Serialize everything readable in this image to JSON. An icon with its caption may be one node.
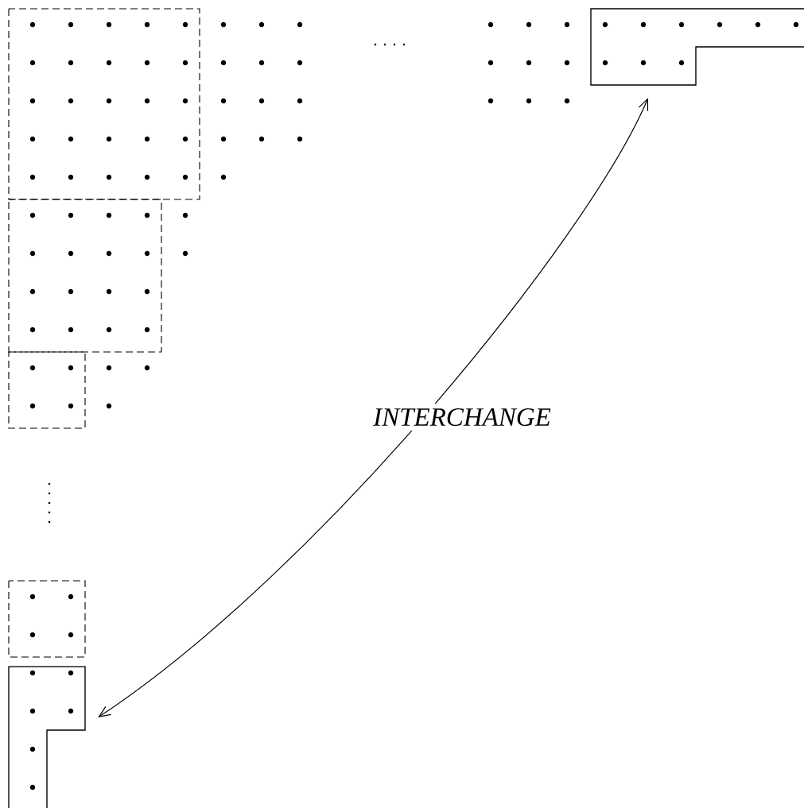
{
  "diagram": {
    "nodes": [
      {
        "text": [],
        "shape": "box"
      },
      {
        "text": [],
        "shape": "box"
      }
    ],
    "edges": [
      {
        "from": 0,
        "to": 1,
        "arrow": "both",
        "label": "INTERCHANGE"
      }
    ]
  }
}
